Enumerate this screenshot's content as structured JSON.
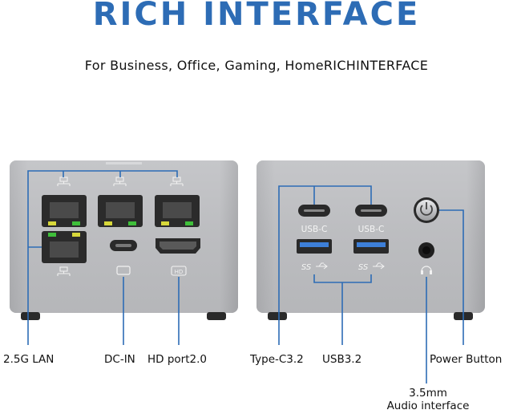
{
  "header": {
    "title": "RICH INTERFACE",
    "subtitle": "For Business, Office, Gaming, HomeRICHINTERFACE"
  },
  "ports_front": {
    "lan_label": "2.5G LAN",
    "dcin_label": "DC-IN",
    "hdmi_label": "HD port2.0",
    "hdmi_badge": "HD"
  },
  "ports_back": {
    "typec_label": "Type-C3.2",
    "usb3_label": "USB3.2",
    "power_label": "Power Button",
    "audio_label_line1": "3.5mm",
    "audio_label_line2": "Audio interface",
    "usbc_port_text_1": "USB-C",
    "usbc_port_text_2": "USB-C",
    "ss_port_text_1": "SS",
    "ss_port_text_2": "SS"
  },
  "colors": {
    "accent": "#2d6cb5",
    "chassis": "#b5b6b9",
    "led_green": "#3fbf3a",
    "led_yellow": "#d8d83a"
  }
}
